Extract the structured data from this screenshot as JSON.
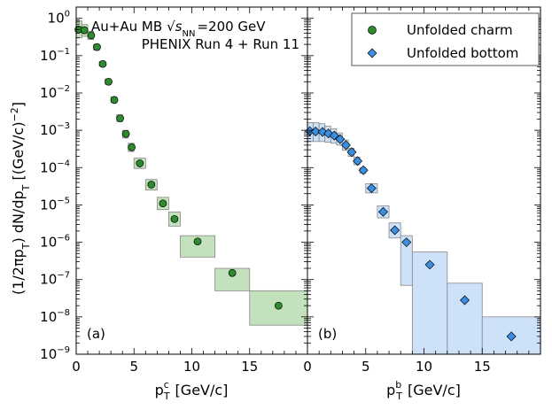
{
  "chart_data": [
    {
      "type": "scatter",
      "panel_id": "a",
      "panel_label": "(a)",
      "annotation_line1_prefix": "Au+Au MB",
      "annotation_sqrt_sub": "NN",
      "annotation_line1_suffix": "=200 GeV",
      "annotation_line2": "PHENIX Run 4 + Run 11",
      "xlabel_main": "p",
      "xlabel_sub": "T",
      "xlabel_sup": "c",
      "xlabel_unit": "[GeV/c]",
      "ylabel": "(1/2πp_T) dN/dp_T [(GeV/c)^-2]",
      "ylabel_parts": {
        "open": "(1/2πp",
        "sub1": "T",
        "mid": ") dN/dp",
        "sub2": "T",
        "unit": " [(GeV/c)",
        "sup": "−2",
        "close": "]"
      },
      "xlim": [
        0,
        20
      ],
      "ylim": [
        1e-09,
        2
      ],
      "yscale": "log",
      "xticks": [
        0,
        5,
        10,
        15
      ],
      "yticks_exponents": [
        0,
        -1,
        -2,
        -3,
        -4,
        -5,
        -6,
        -7,
        -8,
        -9
      ],
      "series": [
        {
          "name": "Unfolded charm",
          "marker": "circle",
          "color": "#2e8b2e",
          "band_color": "#b7dcb0",
          "points": [
            {
              "x": 0.2,
              "y": 0.5,
              "xlo": 0.0,
              "xhi": 0.5,
              "ylo": 0.3,
              "yhi": 0.85
            },
            {
              "x": 0.7,
              "y": 0.48,
              "xlo": 0.5,
              "xhi": 1.0,
              "ylo": 0.33,
              "yhi": 0.68
            },
            {
              "x": 1.3,
              "y": 0.35,
              "xlo": 1.0,
              "xhi": 1.5,
              "ylo": 0.27,
              "yhi": 0.45
            },
            {
              "x": 1.8,
              "y": 0.17,
              "xlo": 1.5,
              "xhi": 2.0,
              "ylo": 0.14,
              "yhi": 0.2
            },
            {
              "x": 2.3,
              "y": 0.06,
              "xlo": 2.0,
              "xhi": 2.5,
              "ylo": 0.052,
              "yhi": 0.07
            },
            {
              "x": 2.8,
              "y": 0.02,
              "xlo": 2.5,
              "xhi": 3.0,
              "ylo": 0.017,
              "yhi": 0.024
            },
            {
              "x": 3.3,
              "y": 0.0065,
              "xlo": 3.0,
              "xhi": 3.5,
              "ylo": 0.0055,
              "yhi": 0.0078
            },
            {
              "x": 3.8,
              "y": 0.0021,
              "xlo": 3.5,
              "xhi": 4.0,
              "ylo": 0.0017,
              "yhi": 0.0026
            },
            {
              "x": 4.3,
              "y": 0.0008,
              "xlo": 4.0,
              "xhi": 4.5,
              "ylo": 0.00062,
              "yhi": 0.001
            },
            {
              "x": 4.8,
              "y": 0.00035,
              "xlo": 4.5,
              "xhi": 5.0,
              "ylo": 0.00027,
              "yhi": 0.00045
            },
            {
              "x": 5.5,
              "y": 0.00013,
              "xlo": 5.0,
              "xhi": 6.0,
              "ylo": 9.5e-05,
              "yhi": 0.00018
            },
            {
              "x": 6.5,
              "y": 3.5e-05,
              "xlo": 6.0,
              "xhi": 7.0,
              "ylo": 2.5e-05,
              "yhi": 4.8e-05
            },
            {
              "x": 7.5,
              "y": 1.1e-05,
              "xlo": 7.0,
              "xhi": 8.0,
              "ylo": 7.5e-06,
              "yhi": 1.6e-05
            },
            {
              "x": 8.5,
              "y": 4.2e-06,
              "xlo": 8.0,
              "xhi": 9.0,
              "ylo": 2.7e-06,
              "yhi": 6.5e-06
            },
            {
              "x": 10.5,
              "y": 1.05e-06,
              "xlo": 9.0,
              "xhi": 12.0,
              "ylo": 4e-07,
              "yhi": 1.5e-06
            },
            {
              "x": 13.5,
              "y": 1.5e-07,
              "xlo": 12.0,
              "xhi": 15.0,
              "ylo": 5e-08,
              "yhi": 2e-07
            },
            {
              "x": 17.5,
              "y": 2e-08,
              "xlo": 15.0,
              "xhi": 20.0,
              "ylo": 6e-09,
              "yhi": 5e-08
            }
          ]
        }
      ]
    },
    {
      "type": "scatter",
      "panel_id": "b",
      "panel_label": "(b)",
      "xlabel_main": "p",
      "xlabel_sub": "T",
      "xlabel_sup": "b",
      "xlabel_unit": "[GeV/c]",
      "xlim": [
        0,
        20
      ],
      "ylim": [
        1e-09,
        2
      ],
      "yscale": "log",
      "xticks": [
        0,
        5,
        10,
        15
      ],
      "legend_position": "top-right",
      "series": [
        {
          "name": "Unfolded charm",
          "marker": "circle",
          "color": "#2e8b2e",
          "points": []
        },
        {
          "name": "Unfolded bottom",
          "marker": "diamond",
          "color": "#3a8fe0",
          "band_color": "#c4dcf7",
          "points": [
            {
              "x": 0.2,
              "y": 0.00095,
              "xlo": 0.0,
              "xhi": 0.5,
              "ylo": 0.0005,
              "yhi": 0.0016
            },
            {
              "x": 0.7,
              "y": 0.00093,
              "xlo": 0.5,
              "xhi": 1.0,
              "ylo": 0.0005,
              "yhi": 0.0016
            },
            {
              "x": 1.3,
              "y": 0.0009,
              "xlo": 1.0,
              "xhi": 1.5,
              "ylo": 0.0005,
              "yhi": 0.0015
            },
            {
              "x": 1.8,
              "y": 0.00082,
              "xlo": 1.5,
              "xhi": 2.0,
              "ylo": 0.00048,
              "yhi": 0.0013
            },
            {
              "x": 2.3,
              "y": 0.00072,
              "xlo": 2.0,
              "xhi": 2.5,
              "ylo": 0.00045,
              "yhi": 0.0011
            },
            {
              "x": 2.8,
              "y": 0.00058,
              "xlo": 2.5,
              "xhi": 3.0,
              "ylo": 0.0004,
              "yhi": 0.00085
            },
            {
              "x": 3.3,
              "y": 0.0004,
              "xlo": 3.0,
              "xhi": 3.5,
              "ylo": 0.00029,
              "yhi": 0.00055
            },
            {
              "x": 3.8,
              "y": 0.00026,
              "xlo": 3.5,
              "xhi": 4.0,
              "ylo": 0.0002,
              "yhi": 0.00033
            },
            {
              "x": 4.3,
              "y": 0.00015,
              "xlo": 4.0,
              "xhi": 4.5,
              "ylo": 0.00012,
              "yhi": 0.00019
            },
            {
              "x": 4.8,
              "y": 8.5e-05,
              "xlo": 4.5,
              "xhi": 5.0,
              "ylo": 7e-05,
              "yhi": 0.0001
            },
            {
              "x": 5.5,
              "y": 2.8e-05,
              "xlo": 5.0,
              "xhi": 6.0,
              "ylo": 2.1e-05,
              "yhi": 3.7e-05
            },
            {
              "x": 6.5,
              "y": 6.5e-06,
              "xlo": 6.0,
              "xhi": 7.0,
              "ylo": 4.5e-06,
              "yhi": 9.5e-06
            },
            {
              "x": 7.5,
              "y": 2.1e-06,
              "xlo": 7.0,
              "xhi": 8.0,
              "ylo": 1.3e-06,
              "yhi": 3.3e-06
            },
            {
              "x": 8.5,
              "y": 1e-06,
              "xlo": 8.0,
              "xhi": 9.0,
              "ylo": 7e-08,
              "yhi": 1.5e-06
            },
            {
              "x": 10.5,
              "y": 2.5e-07,
              "xlo": 9.0,
              "xhi": 12.0,
              "ylo": 1e-09,
              "yhi": 5.5e-07
            },
            {
              "x": 13.5,
              "y": 2.8e-08,
              "xlo": 12.0,
              "xhi": 15.0,
              "ylo": 1e-09,
              "yhi": 8e-08
            },
            {
              "x": 17.5,
              "y": 3e-09,
              "xlo": 15.0,
              "xhi": 20.0,
              "ylo": 1e-09,
              "yhi": 1e-08
            }
          ]
        }
      ]
    }
  ]
}
